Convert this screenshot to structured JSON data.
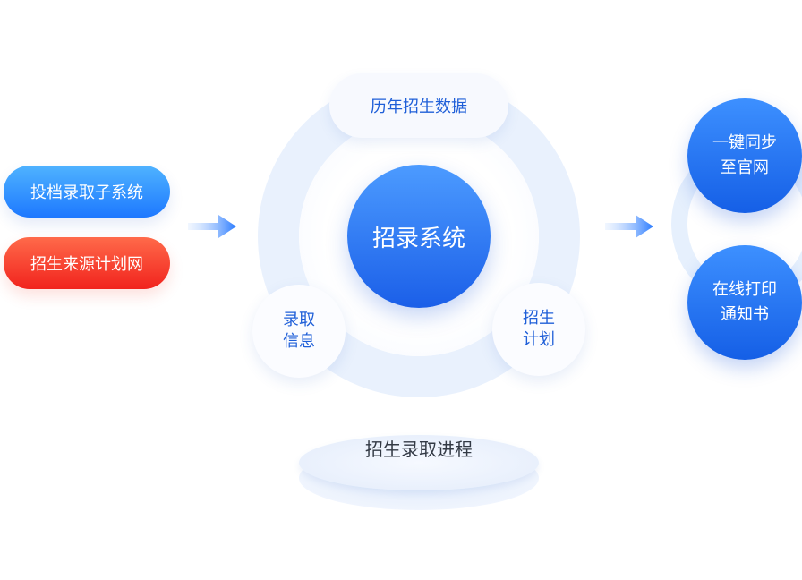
{
  "left_inputs": {
    "archive_system": "投档录取子系统",
    "plan_network": "招生来源计划网"
  },
  "hub": {
    "center": "招录系统",
    "top": "历年招生数据",
    "left_node": {
      "line1": "录取",
      "line2": "信息"
    },
    "right_node": {
      "line1": "招生",
      "line2": "计划"
    }
  },
  "platform": {
    "label": "招生录取进程"
  },
  "outputs": {
    "sync": {
      "line1": "一键同步",
      "line2": "至官网"
    },
    "print": {
      "line1": "在线打印",
      "line2": "通知书"
    }
  },
  "colors": {
    "primary_blue": "#1d78ff",
    "accent_red": "#f1231d",
    "ring": "#e9f1fd",
    "text_blue": "#1f5fd8"
  }
}
